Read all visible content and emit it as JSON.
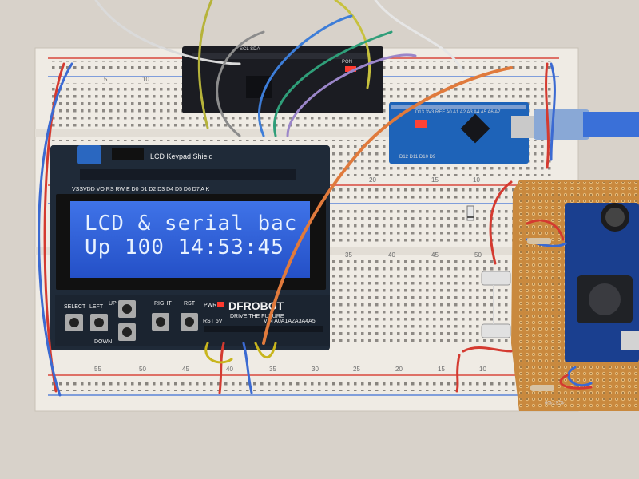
{
  "lcd": {
    "line1": "LCD & serial bac",
    "line2": "Up  100 14:53:45"
  },
  "shield": {
    "title": "LCD Keypad Shield",
    "pin_header": "VSSVDD VO RS RW E  D0 D1 D2 D3 D4 D5 D6 D7 A  K",
    "buttons": [
      "SELECT",
      "LEFT",
      "UP",
      "DOWN",
      "RIGHT",
      "RST"
    ],
    "brand": "DFROBOT",
    "slogan": "DRIVE THE FUTURE",
    "pwr_label": "PWR",
    "power_pins": "RST 5V",
    "analog_pins": "VIN A0A1A2A3A4A5"
  },
  "breadboard_numbers": {
    "top_row": [
      "5",
      "10"
    ],
    "middle_row": [
      "20",
      "15",
      "10"
    ],
    "row_upper_middle": [
      "35",
      "40",
      "45",
      "50"
    ],
    "bottom_row": [
      "55",
      "50",
      "45",
      "40",
      "35",
      "30",
      "25",
      "20",
      "15",
      "10"
    ]
  },
  "nano": {
    "label_top": "D13 3V3 REF A0 A1 A2 A3 A4 A5 A6 A7",
    "label_bottom": "D12 D11 D10 D9"
  },
  "usb_serial": {
    "label_top": "SCL SDA",
    "label_bottom": "PON"
  },
  "perfboard": {
    "label": "4CS7409"
  },
  "colors": {
    "breadboard": "#f1ede6",
    "lcd_background": "#2d5fd8",
    "shield_pcb": "#1f2a38",
    "perfboard": "#c98a3f",
    "wire_orange": "#e17a3d",
    "wire_blue": "#3c6ad1",
    "wire_red": "#d43a30"
  }
}
